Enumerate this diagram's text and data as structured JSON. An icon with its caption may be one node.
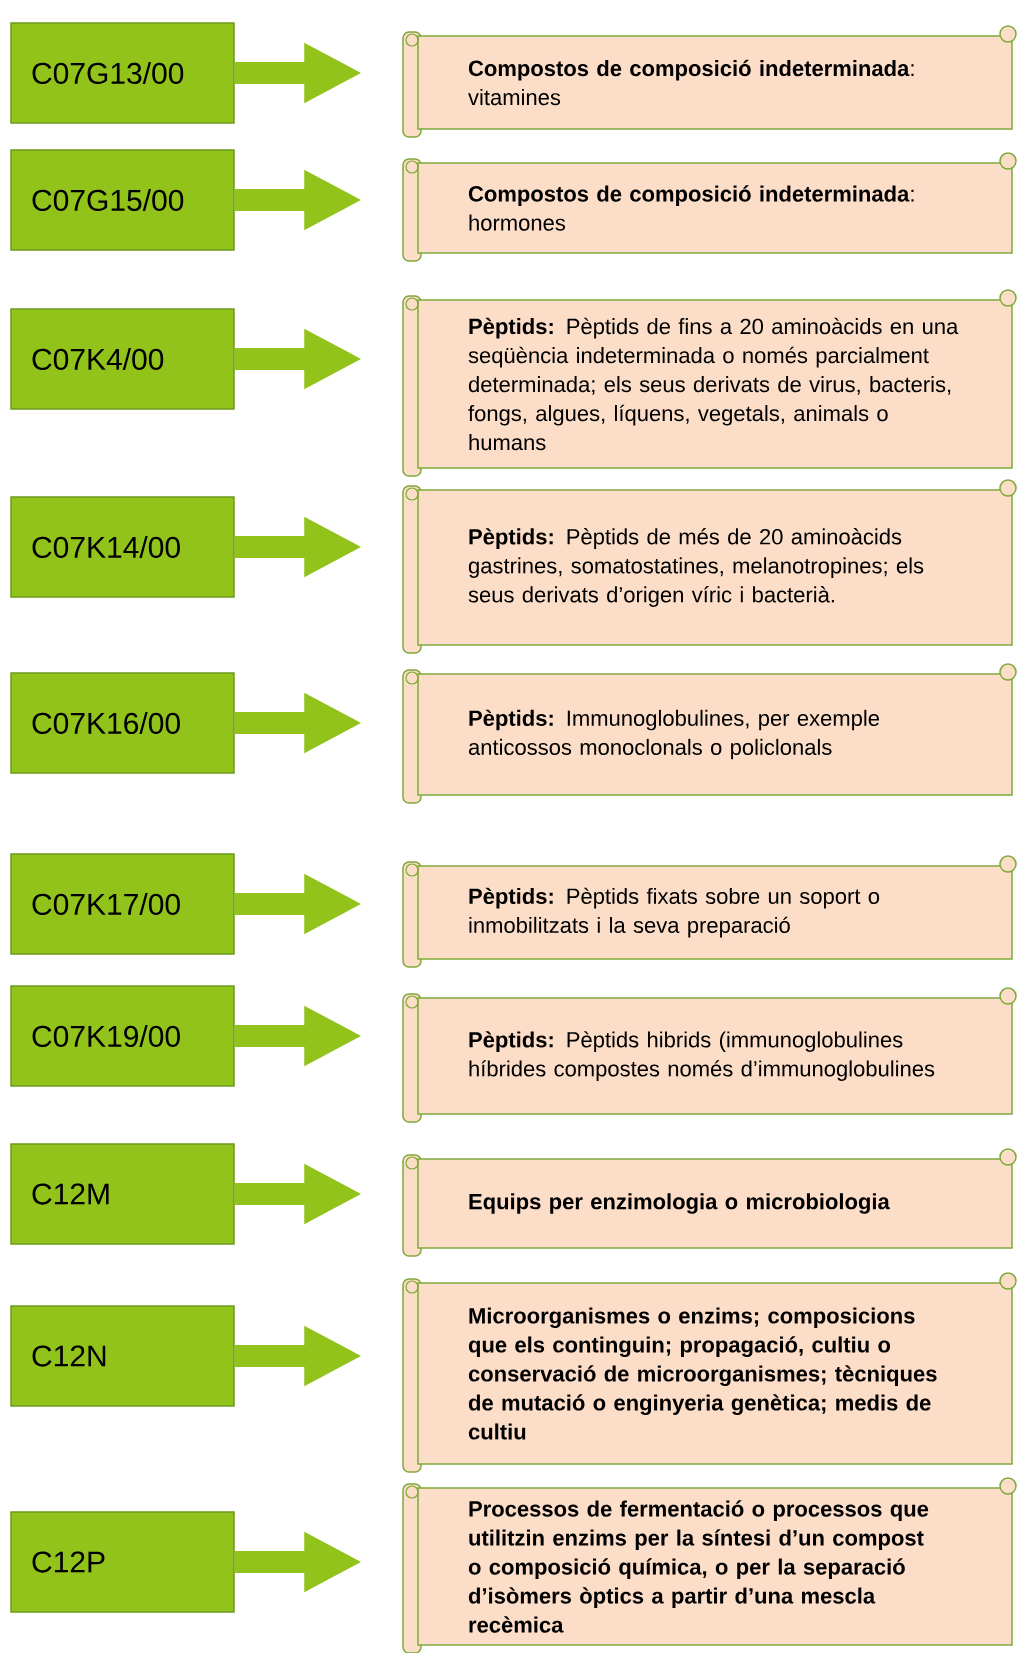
{
  "diagram": {
    "nodes": [
      {
        "text": [
          "C07G13/00"
        ]
      },
      {
        "text": [
          "**Compostos de composició indeterminada**: vitamines"
        ]
      },
      {
        "text": [
          "C07G15/00"
        ]
      },
      {
        "text": [
          "**Compostos de composició indeterminada**: hormones"
        ]
      },
      {
        "text": [
          "C07K4/00"
        ]
      },
      {
        "text": [
          "**Pèptids:** Pèptids de fins a 20 aminoàcids en una seqüència indeterminada o només parcialment determinada; els seus derivats de virus, bacteris, fongs, algues, líquens, vegetals, animals o humans"
        ]
      },
      {
        "text": [
          "C07K14/00"
        ]
      },
      {
        "text": [
          "**Pèptids:** Pèptids de més de 20 aminoàcids gastrines, somatostatines, melanotropines; els seus derivats d’origen víric i bacterià."
        ]
      },
      {
        "text": [
          "C07K16/00"
        ]
      },
      {
        "text": [
          "**Pèptids:** Immunoglobulines, per exemple anticossos monoclonals o policlonals"
        ]
      },
      {
        "text": [
          "C07K17/00"
        ]
      },
      {
        "text": [
          "**Pèptids:** Pèptids fixats sobre un soport o inmobilitzats i la seva preparació"
        ]
      },
      {
        "text": [
          "C07K19/00"
        ]
      },
      {
        "text": [
          "**Pèptids:** Pèptids hibrids (immunoglobulines híbrides compostes només d’immunoglobulines"
        ]
      },
      {
        "text": [
          "C12M"
        ]
      },
      {
        "text": [
          "Equips per enzimologia o microbiologia"
        ]
      },
      {
        "text": [
          "C12N"
        ]
      },
      {
        "text": [
          "Microorganismes o enzims; composicions que els continguin; propagació, cultiu o conservació de microorganismes; tècniques de mutació o enginyeria genètica; medis de cultiu"
        ]
      },
      {
        "text": [
          "C12P"
        ]
      },
      {
        "text": [
          "Processos de fermentació o processos que utilitzin enzims per la síntesi d’un compost o composició química, o per la separació d’isòmers òptics a partir d’una mescla recèmica"
        ]
      }
    ],
    "edges": [
      {
        "from": 0,
        "to": 1,
        "arrow": "to"
      },
      {
        "from": 2,
        "to": 3,
        "arrow": "to"
      },
      {
        "from": 4,
        "to": 5,
        "arrow": "to"
      },
      {
        "from": 6,
        "to": 7,
        "arrow": "to"
      },
      {
        "from": 8,
        "to": 9,
        "arrow": "to"
      },
      {
        "from": 10,
        "to": 11,
        "arrow": "to"
      },
      {
        "from": 12,
        "to": 13,
        "arrow": "to"
      },
      {
        "from": 14,
        "to": 15,
        "arrow": "to"
      },
      {
        "from": 16,
        "to": 17,
        "arrow": "to"
      },
      {
        "from": 18,
        "to": 19,
        "arrow": "to"
      }
    ]
  }
}
